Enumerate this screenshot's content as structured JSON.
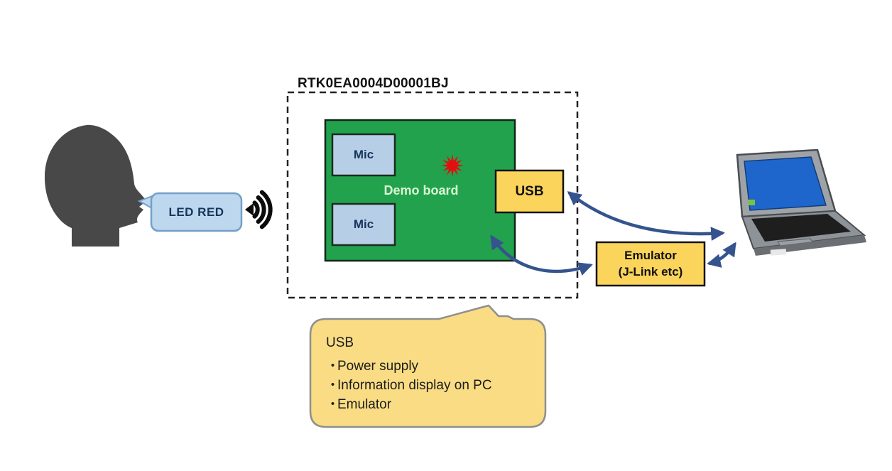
{
  "diagram": {
    "title": "RTK0EA0004D00001BJ",
    "speech_bubble": {
      "label": "LED RED"
    },
    "board": {
      "label": "Demo board",
      "mic_top": "Mic",
      "mic_bottom": "Mic"
    },
    "usb_box": {
      "label": "USB"
    },
    "emulator_box": {
      "line1": "Emulator",
      "line2": "(J-Link etc)"
    },
    "callout": {
      "title": "USB",
      "bullet": "・",
      "items": [
        "Power supply",
        "Information display on PC",
        "Emulator"
      ]
    },
    "icons": {
      "person": "person-head-icon",
      "sound": "sound-waves-icon",
      "led": "red-led-burst-icon",
      "laptop": "laptop-icon",
      "arrows": "bidirectional-arrow"
    },
    "colors": {
      "board_green": "#22A24D",
      "box_yellow": "#FBD45C",
      "bubble_blue": "#BDD7EE",
      "callout_yellow": "#F9DC84",
      "arrow_blue": "#35548E",
      "led_red": "#E01010",
      "head_gray": "#484848",
      "screen_blue": "#1F66CC"
    }
  }
}
